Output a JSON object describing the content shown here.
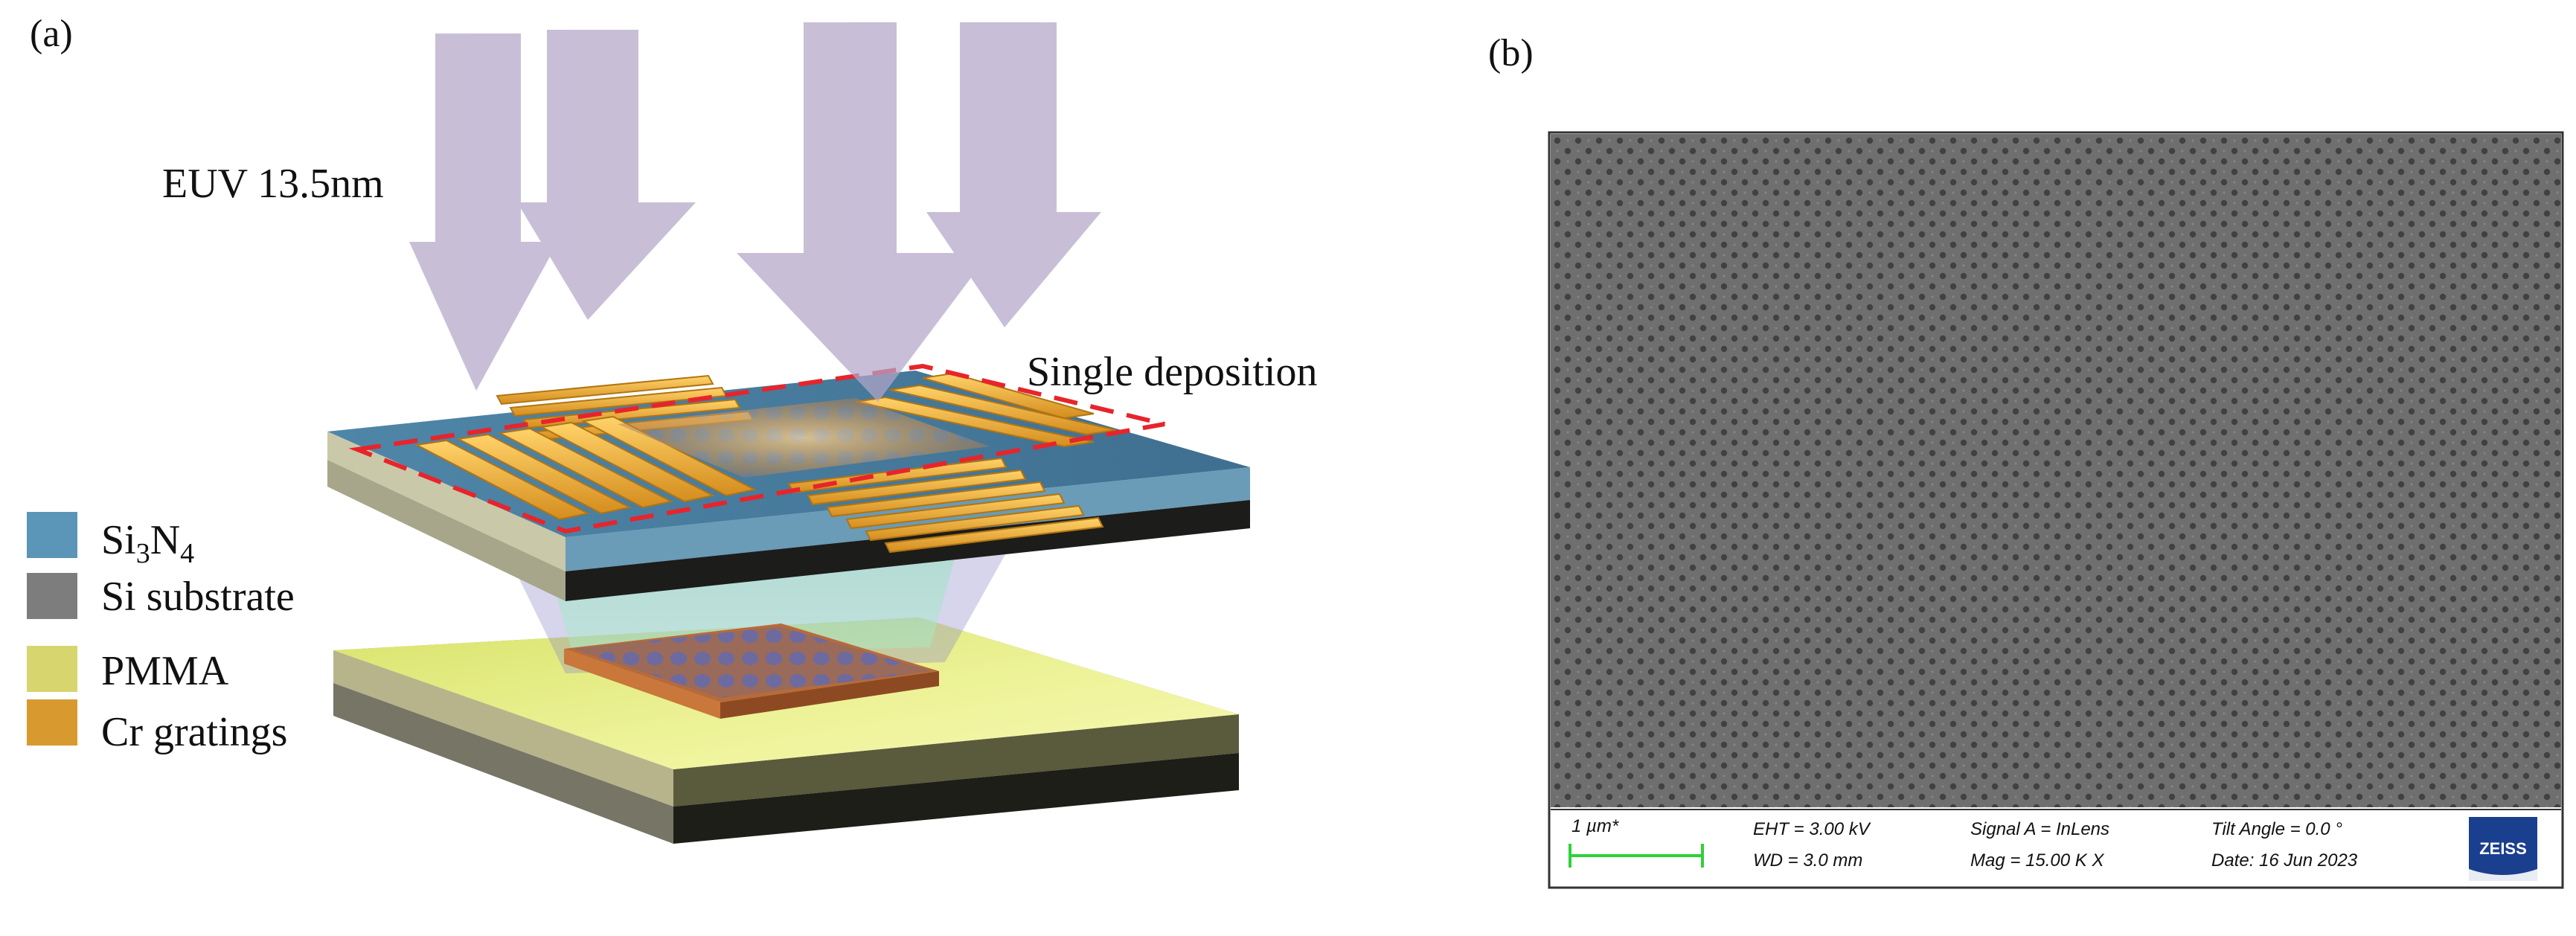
{
  "panel_a": {
    "label": "(a)",
    "beam_label": "EUV 13.5nm",
    "deposition_label": "Single deposition",
    "legend": [
      {
        "base": "Si",
        "sub1": "3",
        "mid": "N",
        "sub2": "4",
        "color": "#5b95b7"
      },
      {
        "base": "Si substrate",
        "color": "#7d7d7d"
      },
      {
        "base": "PMMA",
        "color": "#d6d56e"
      },
      {
        "base": "Cr gratings",
        "color": "#d89a2f"
      }
    ]
  },
  "panel_b": {
    "label": "(b)",
    "scale_bar": "1 µm*",
    "eht": "EHT =  3.00 kV",
    "wd": "WD =  3.0 mm",
    "signal": "Signal A = InLens",
    "mag": "Mag =   15.00 K X",
    "tilt": "Tilt Angle =   0.0 °",
    "date": "Date: 16 Jun 2023",
    "logo": "ZEISS"
  },
  "colors": {
    "arrow": "#b3a6c8",
    "si3n4": "#5b95b7",
    "substrate": "#2a2a22",
    "pmma": "#e2e88a",
    "chromium": "#e8a636",
    "dash": "#e8242b",
    "sem_bg": "#6f6f6f",
    "zeiss_blue": "#1b3f8f",
    "scale_green": "#2fd13a"
  }
}
